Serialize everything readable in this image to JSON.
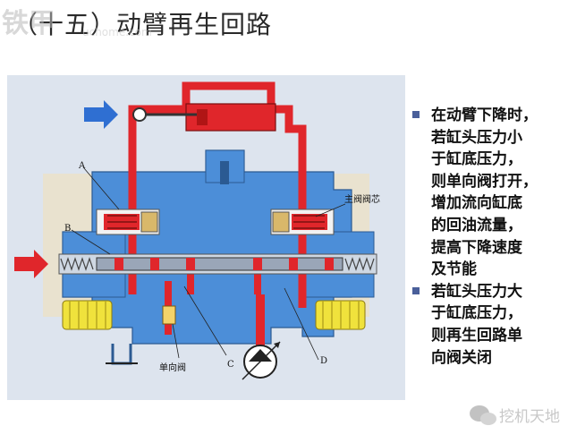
{
  "title": "（十五）动臂再生回路",
  "watermark_top": {
    "brand": "铁甲",
    "site": "uchome.com"
  },
  "diagram": {
    "callouts": {
      "a": "A",
      "b": "B",
      "c": "C",
      "d": "D",
      "main_spool": "主阀阀芯",
      "check_valve": "单向阀"
    }
  },
  "bullets": [
    {
      "text": "在动臂下降时，\n若缸头压力小\n于缸底压力，\n则单向阀打开，\n增加流向缸底\n的回油流量，\n提高下降速度\n及节能"
    },
    {
      "text": "若缸头压力大\n于缸底压力，\n则再生回路单\n向阀关闭"
    }
  ],
  "watermark_bottom": {
    "text": "挖机天地"
  },
  "colors": {
    "oil_red": "#e0262b",
    "body_blue": "#4c8ed8",
    "panel_bg": "#dde4ee",
    "arrow_blue": "#2f6fd2",
    "arrow_red": "#e0262b",
    "solenoid_yellow": "#f0e23c",
    "bullet": "#4a5f9a"
  }
}
